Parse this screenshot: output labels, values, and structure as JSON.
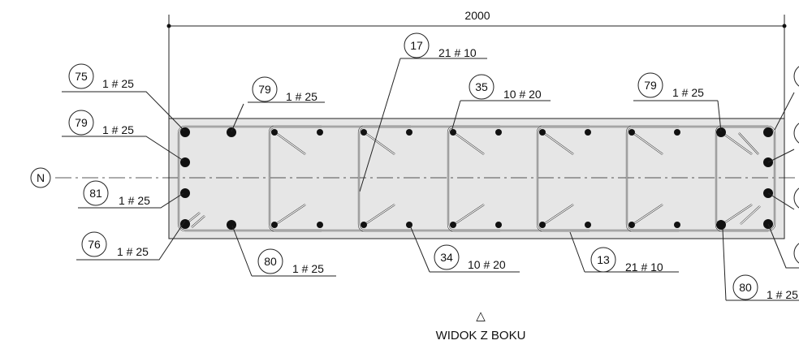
{
  "dimension": {
    "value": "2000"
  },
  "axis_marker": {
    "letter": "N"
  },
  "view": {
    "symbol": "△",
    "title": "WIDOK Z BOKU"
  },
  "callouts": [
    {
      "id": "c75",
      "num": "75",
      "text": "1 # 25"
    },
    {
      "id": "c79a",
      "num": "79",
      "text": "1 # 25"
    },
    {
      "id": "c81",
      "num": "81",
      "text": "1 # 25"
    },
    {
      "id": "c76",
      "num": "76",
      "text": "1 # 25"
    },
    {
      "id": "c79b",
      "num": "79",
      "text": "1 # 25"
    },
    {
      "id": "c17",
      "num": "17",
      "text": "21 # 10"
    },
    {
      "id": "c35",
      "num": "35",
      "text": "10 # 20"
    },
    {
      "id": "c79c",
      "num": "79",
      "text": "1 # 25"
    },
    {
      "id": "c80a",
      "num": "80",
      "text": "1 # 25"
    },
    {
      "id": "c34",
      "num": "34",
      "text": "10 # 20"
    },
    {
      "id": "c13",
      "num": "13",
      "text": "21 # 10"
    },
    {
      "id": "c80b",
      "num": "80",
      "text": "1 # 25"
    }
  ],
  "colors": {
    "concrete": "#e6e6e6",
    "line": "#111111"
  }
}
